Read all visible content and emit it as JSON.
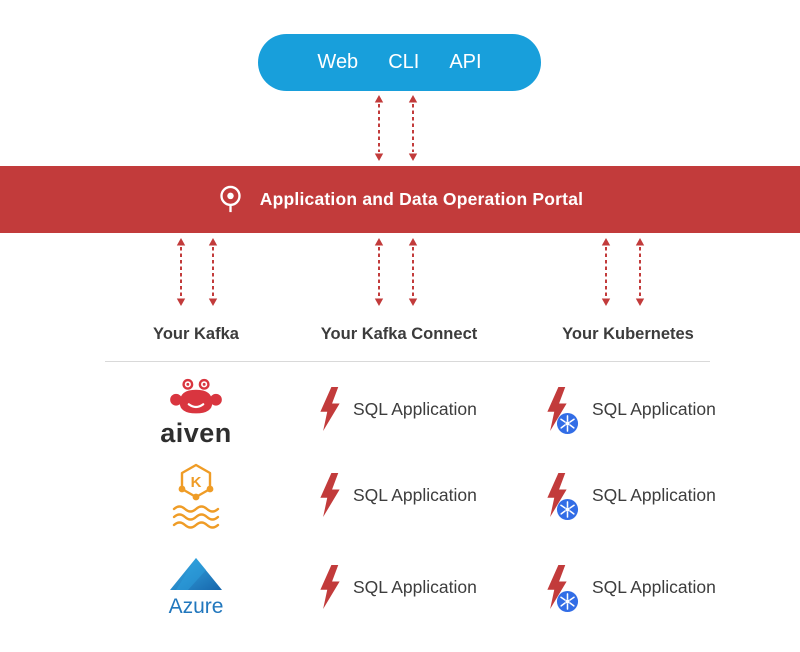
{
  "colors": {
    "accent_blue": "#189fdb",
    "accent_red": "#c23b3b",
    "text_dark": "#3c3c3c",
    "azure_blue": "#2177bd",
    "kafka_orange": "#ef9c26",
    "kubernetes_blue": "#326de6",
    "aiven_red": "#d9353f"
  },
  "access_pill": {
    "items": [
      {
        "label": "Web"
      },
      {
        "label": "CLI"
      },
      {
        "label": "API"
      }
    ]
  },
  "portal_banner": {
    "title": "Application and Data Operation Portal"
  },
  "columns": [
    {
      "header": "Your Kafka"
    },
    {
      "header": "Your Kafka Connect"
    },
    {
      "header": "Your Kubernetes"
    }
  ],
  "kafka_providers": [
    {
      "name": "aiven",
      "label": "aiven"
    },
    {
      "name": "apache-kafka",
      "monogram": "K"
    },
    {
      "name": "azure",
      "label": "Azure"
    }
  ],
  "connect_apps": [
    {
      "label": "SQL Application"
    },
    {
      "label": "SQL Application"
    },
    {
      "label": "SQL Application"
    }
  ],
  "kubernetes_apps": [
    {
      "label": "SQL Application"
    },
    {
      "label": "SQL Application"
    },
    {
      "label": "SQL Application"
    }
  ]
}
